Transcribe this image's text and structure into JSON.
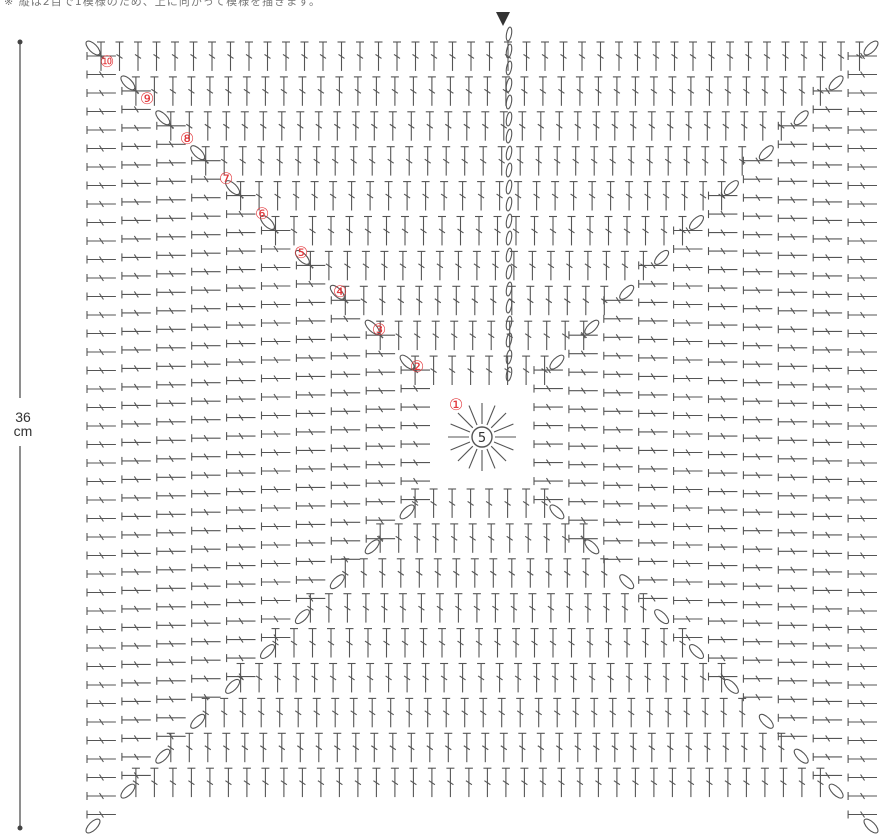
{
  "header_note": "※ 縦は2目で1模様のため、上に向かって模様を描きます。",
  "dimension": {
    "value": "36",
    "unit": "cm"
  },
  "center_label": "5",
  "rounds": [
    {
      "label": "⑩"
    },
    {
      "label": "⑨"
    },
    {
      "label": "⑧"
    },
    {
      "label": "⑦"
    },
    {
      "label": "⑥"
    },
    {
      "label": "⑤"
    },
    {
      "label": "④"
    },
    {
      "label": "③"
    },
    {
      "label": "②"
    },
    {
      "label": "①"
    }
  ],
  "colors": {
    "stitch": "#555555",
    "round_number": "#e2383c",
    "marker": "#333333",
    "background": "#ffffff"
  },
  "markers": {
    "start_marker": "triangle-down"
  }
}
